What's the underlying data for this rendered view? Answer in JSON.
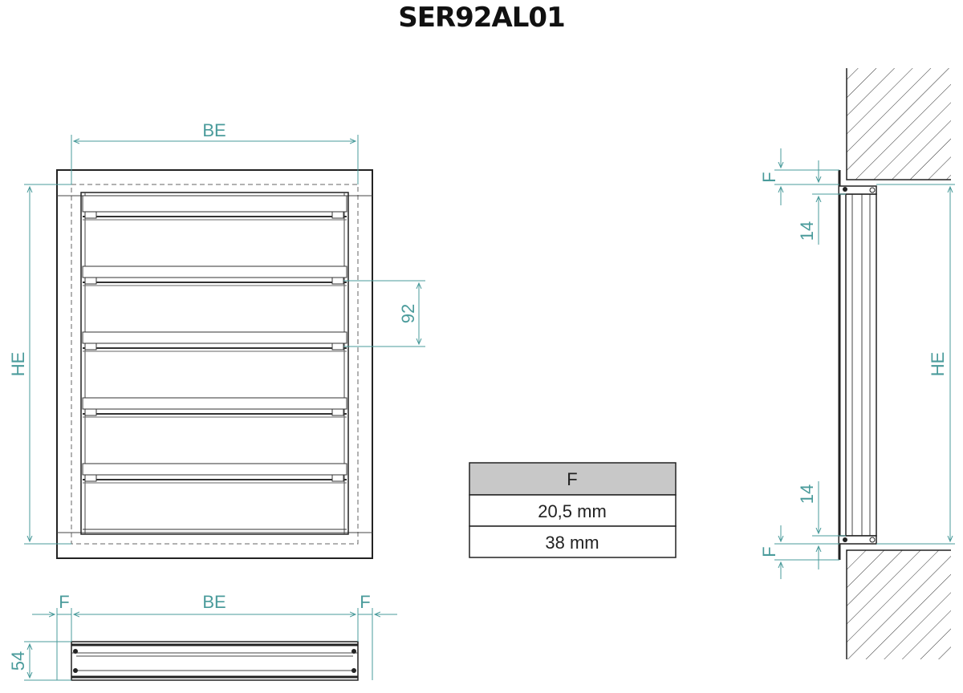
{
  "title": "SER92AL01",
  "colors": {
    "dimension": "#4a9b9b",
    "outline": "#222222",
    "table_header": "#c8c8c8"
  },
  "front_view": {
    "width_label": "BE",
    "height_label": "HE",
    "slat_pitch_label": "92"
  },
  "bottom_view": {
    "flange_left_label": "F",
    "width_label": "BE",
    "flange_right_label": "F",
    "depth_label": "54"
  },
  "side_view": {
    "flange_top_label": "F",
    "offset_top_label": "14",
    "height_label": "HE",
    "offset_bottom_label": "14",
    "flange_bottom_label": "F"
  },
  "flange_table": {
    "header": "F",
    "rows": [
      "20,5 mm",
      "38 mm"
    ]
  }
}
